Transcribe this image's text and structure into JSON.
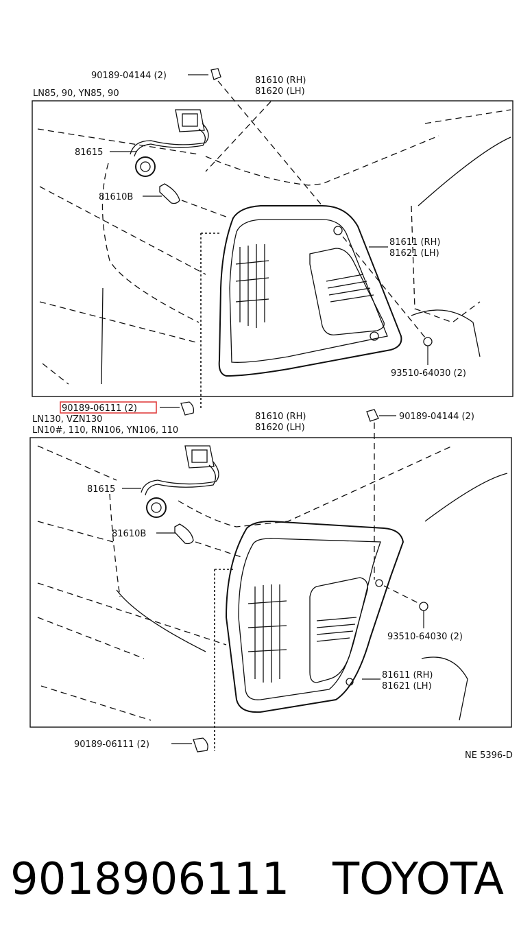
{
  "upper_section": {
    "models": "LN85, 90, YN85, 90",
    "part_screw_top": "90189-04144 (2)",
    "part_lamp_rh": "81610 (RH)",
    "part_lamp_lh": "81620 (LH)",
    "part_socket": "81615",
    "part_bulb": "81610B",
    "part_lens_rh": "81611 (RH)",
    "part_lens_lh": "81621 (LH)",
    "part_nut": "93510-64030 (2)"
  },
  "highlighted_part": "90189-06111 (2)",
  "lower_section": {
    "models_line1": "LN130, VZN130",
    "models_line2": "LN10#, 110, RN106, YN106, 110",
    "part_lamp_rh": "81610 (RH)",
    "part_lamp_lh": "81620 (LH)",
    "part_screw_top": "90189-04144 (2)",
    "part_socket": "81615",
    "part_bulb": "81610B",
    "part_nut": "93510-64030 (2)",
    "part_lens_rh": "81611 (RH)",
    "part_lens_lh": "81621 (LH)",
    "part_screw_bottom": "90189-06111 (2)"
  },
  "drawing_code": "NE 5396-D",
  "footer": {
    "part_number": "9018906111",
    "brand": "TOYOTA"
  },
  "colors": {
    "highlight": "#e04040",
    "line": "#111111"
  }
}
